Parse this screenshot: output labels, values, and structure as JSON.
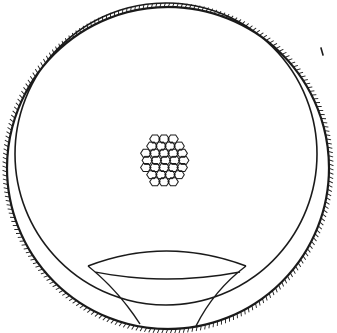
{
  "figure": {
    "kind": "line-drawing",
    "colors": {
      "background": "#ffffff",
      "ink": "#1a1a1a"
    },
    "parts": [
      "outer-shell",
      "inner-membrane",
      "hexagonal-cell-cluster",
      "lower-lens",
      "stray-mark"
    ],
    "cell_cluster": {
      "rows": 7
    }
  }
}
